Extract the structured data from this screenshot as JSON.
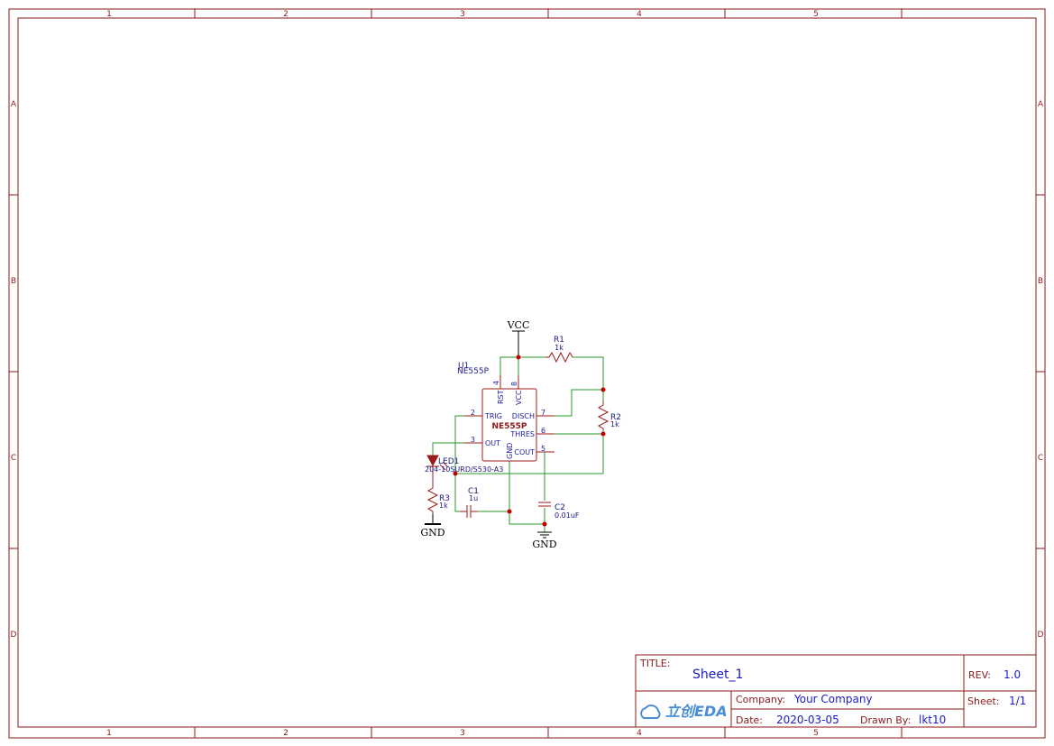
{
  "frame": {
    "columns": [
      "1",
      "2",
      "3",
      "4",
      "5"
    ],
    "rows": [
      "A",
      "B",
      "C",
      "D"
    ]
  },
  "schematic": {
    "power": {
      "vcc": "VCC",
      "gnd1": "GND",
      "gnd2": "GND"
    },
    "u1": {
      "ref": "U1",
      "value": "NE555P",
      "body_label": "NE555P",
      "pins": {
        "rst": {
          "num": "4",
          "name": "RST"
        },
        "vcc": {
          "num": "8",
          "name": "VCC"
        },
        "trig": {
          "num": "2",
          "name": "TRIG"
        },
        "out": {
          "num": "3",
          "name": "OUT"
        },
        "disch": {
          "num": "7",
          "name": "DISCH"
        },
        "thres": {
          "num": "6",
          "name": "THRES"
        },
        "cout": {
          "num": "5",
          "name": "COUT"
        },
        "gnd": {
          "name": "GND"
        }
      }
    },
    "r1": {
      "ref": "R1",
      "value": "1k"
    },
    "r2": {
      "ref": "R2",
      "value": "1k"
    },
    "r3": {
      "ref": "R3",
      "value": "1k"
    },
    "c1": {
      "ref": "C1",
      "value": "1u"
    },
    "c2": {
      "ref": "C2",
      "value": "0.01uF"
    },
    "led1": {
      "ref": "LED1",
      "value": "204-10SURD/S530-A3"
    }
  },
  "title_block": {
    "title_label": "TITLE:",
    "title": "Sheet_1",
    "rev_label": "REV:",
    "rev": "1.0",
    "company_label": "Company:",
    "company": "Your Company",
    "sheet_label": "Sheet:",
    "sheet": "1/1",
    "date_label": "Date:",
    "date": "2020-03-05",
    "drawn_label": "Drawn By:",
    "drawn_by": "lkt10",
    "logo": "立创EDA"
  },
  "colors": {
    "frame": "#8b1a1a",
    "wire": "#2a9a2a",
    "part": "#9b1b1b",
    "junction": "#c00000",
    "label_blue": "#1a1aa0"
  }
}
